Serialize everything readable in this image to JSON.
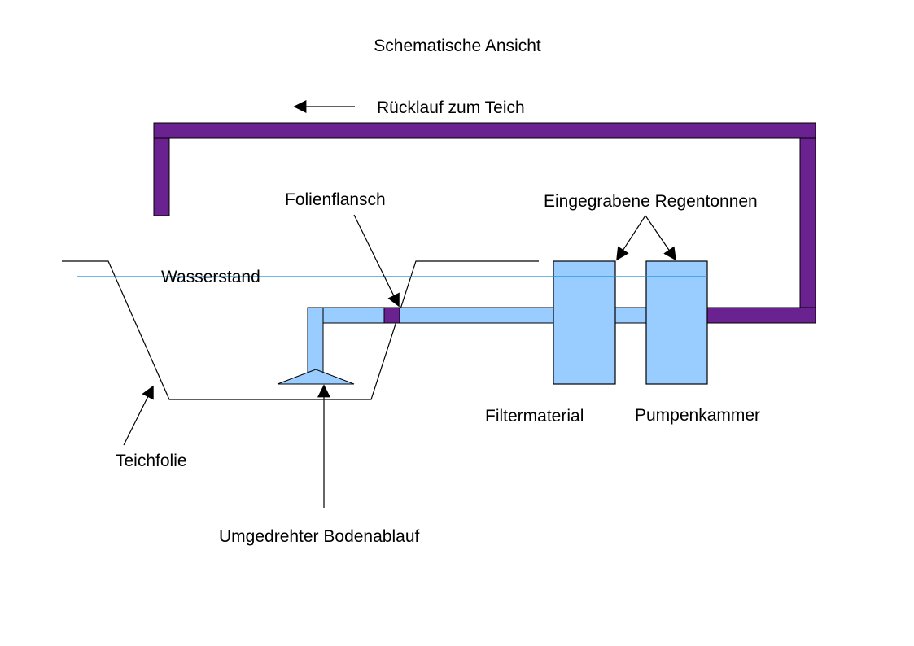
{
  "title": "Schematische Ansicht",
  "labels": {
    "return_flow": "Rücklauf zum Teich",
    "flange": "Folienflansch",
    "buried_barrels": "Eingegrabene Regentonnen",
    "water_level": "Wasserstand",
    "filter_material": "Filtermaterial",
    "pump_chamber": "Pumpenkammer",
    "pond_liner": "Teichfolie",
    "bottom_drain": "Umgedrehter Bodenablauf"
  },
  "colors": {
    "return_pipe": "#6a2290",
    "water_pipe": "#99ccff",
    "water_line": "#1a8fd6",
    "outline": "#000000"
  }
}
